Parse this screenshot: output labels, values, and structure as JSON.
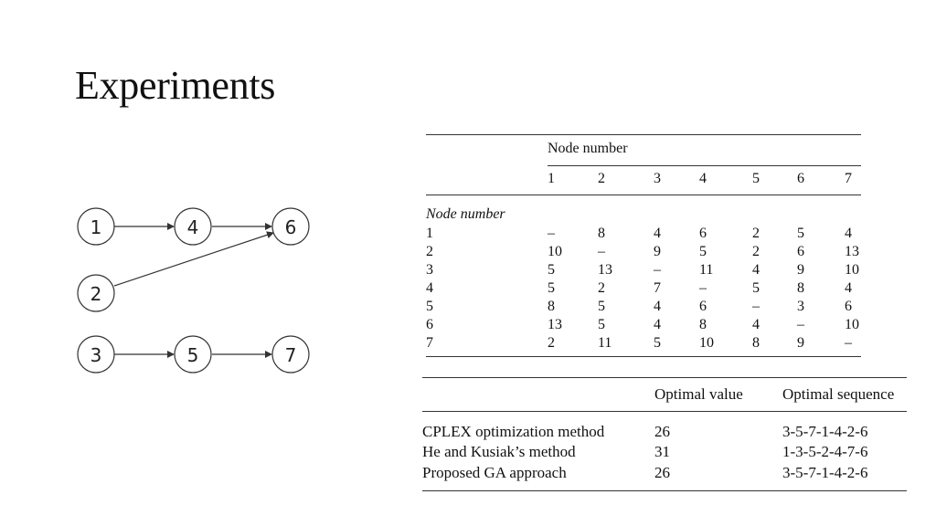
{
  "slide": {
    "title": "Experiments"
  },
  "graph": {
    "nodes": [
      "1",
      "4",
      "6",
      "2",
      "3",
      "5",
      "7"
    ]
  },
  "matrix": {
    "header_label": "Node number",
    "row_header_label": "Node number",
    "columns": [
      "1",
      "2",
      "3",
      "4",
      "5",
      "6",
      "7"
    ],
    "rows": [
      {
        "label": "1",
        "values": [
          "–",
          "8",
          "4",
          "6",
          "2",
          "5",
          "4"
        ]
      },
      {
        "label": "2",
        "values": [
          "10",
          "–",
          "9",
          "5",
          "2",
          "6",
          "13"
        ]
      },
      {
        "label": "3",
        "values": [
          "5",
          "13",
          "–",
          "11",
          "4",
          "9",
          "10"
        ]
      },
      {
        "label": "4",
        "values": [
          "5",
          "2",
          "7",
          "–",
          "5",
          "8",
          "4"
        ]
      },
      {
        "label": "5",
        "values": [
          "8",
          "5",
          "4",
          "6",
          "–",
          "3",
          "6"
        ]
      },
      {
        "label": "6",
        "values": [
          "13",
          "5",
          "4",
          "8",
          "4",
          "–",
          "10"
        ]
      },
      {
        "label": "7",
        "values": [
          "2",
          "11",
          "5",
          "10",
          "8",
          "9",
          "–"
        ]
      }
    ]
  },
  "results": {
    "headers": [
      "Optimal value",
      "Optimal sequence"
    ],
    "rows": [
      {
        "method": "CPLEX optimization method",
        "value": "26",
        "sequence": "3-5-7-1-4-2-6"
      },
      {
        "method": "He and Kusiak’s method",
        "value": "31",
        "sequence": "1-3-5-2-4-7-6"
      },
      {
        "method": "Proposed GA approach",
        "value": "26",
        "sequence": "3-5-7-1-4-2-6"
      }
    ]
  }
}
